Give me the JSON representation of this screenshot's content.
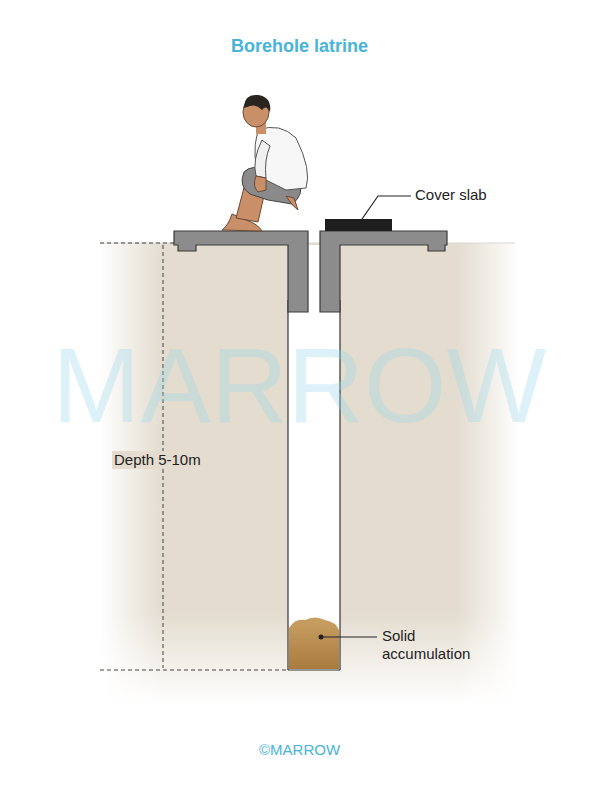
{
  "diagram": {
    "title": "Borehole latrine",
    "labels": [
      "Cover slab",
      "MARROW",
      "Depth 5-10m",
      "Solid accumulation",
      "©MARROW"
    ]
  }
}
